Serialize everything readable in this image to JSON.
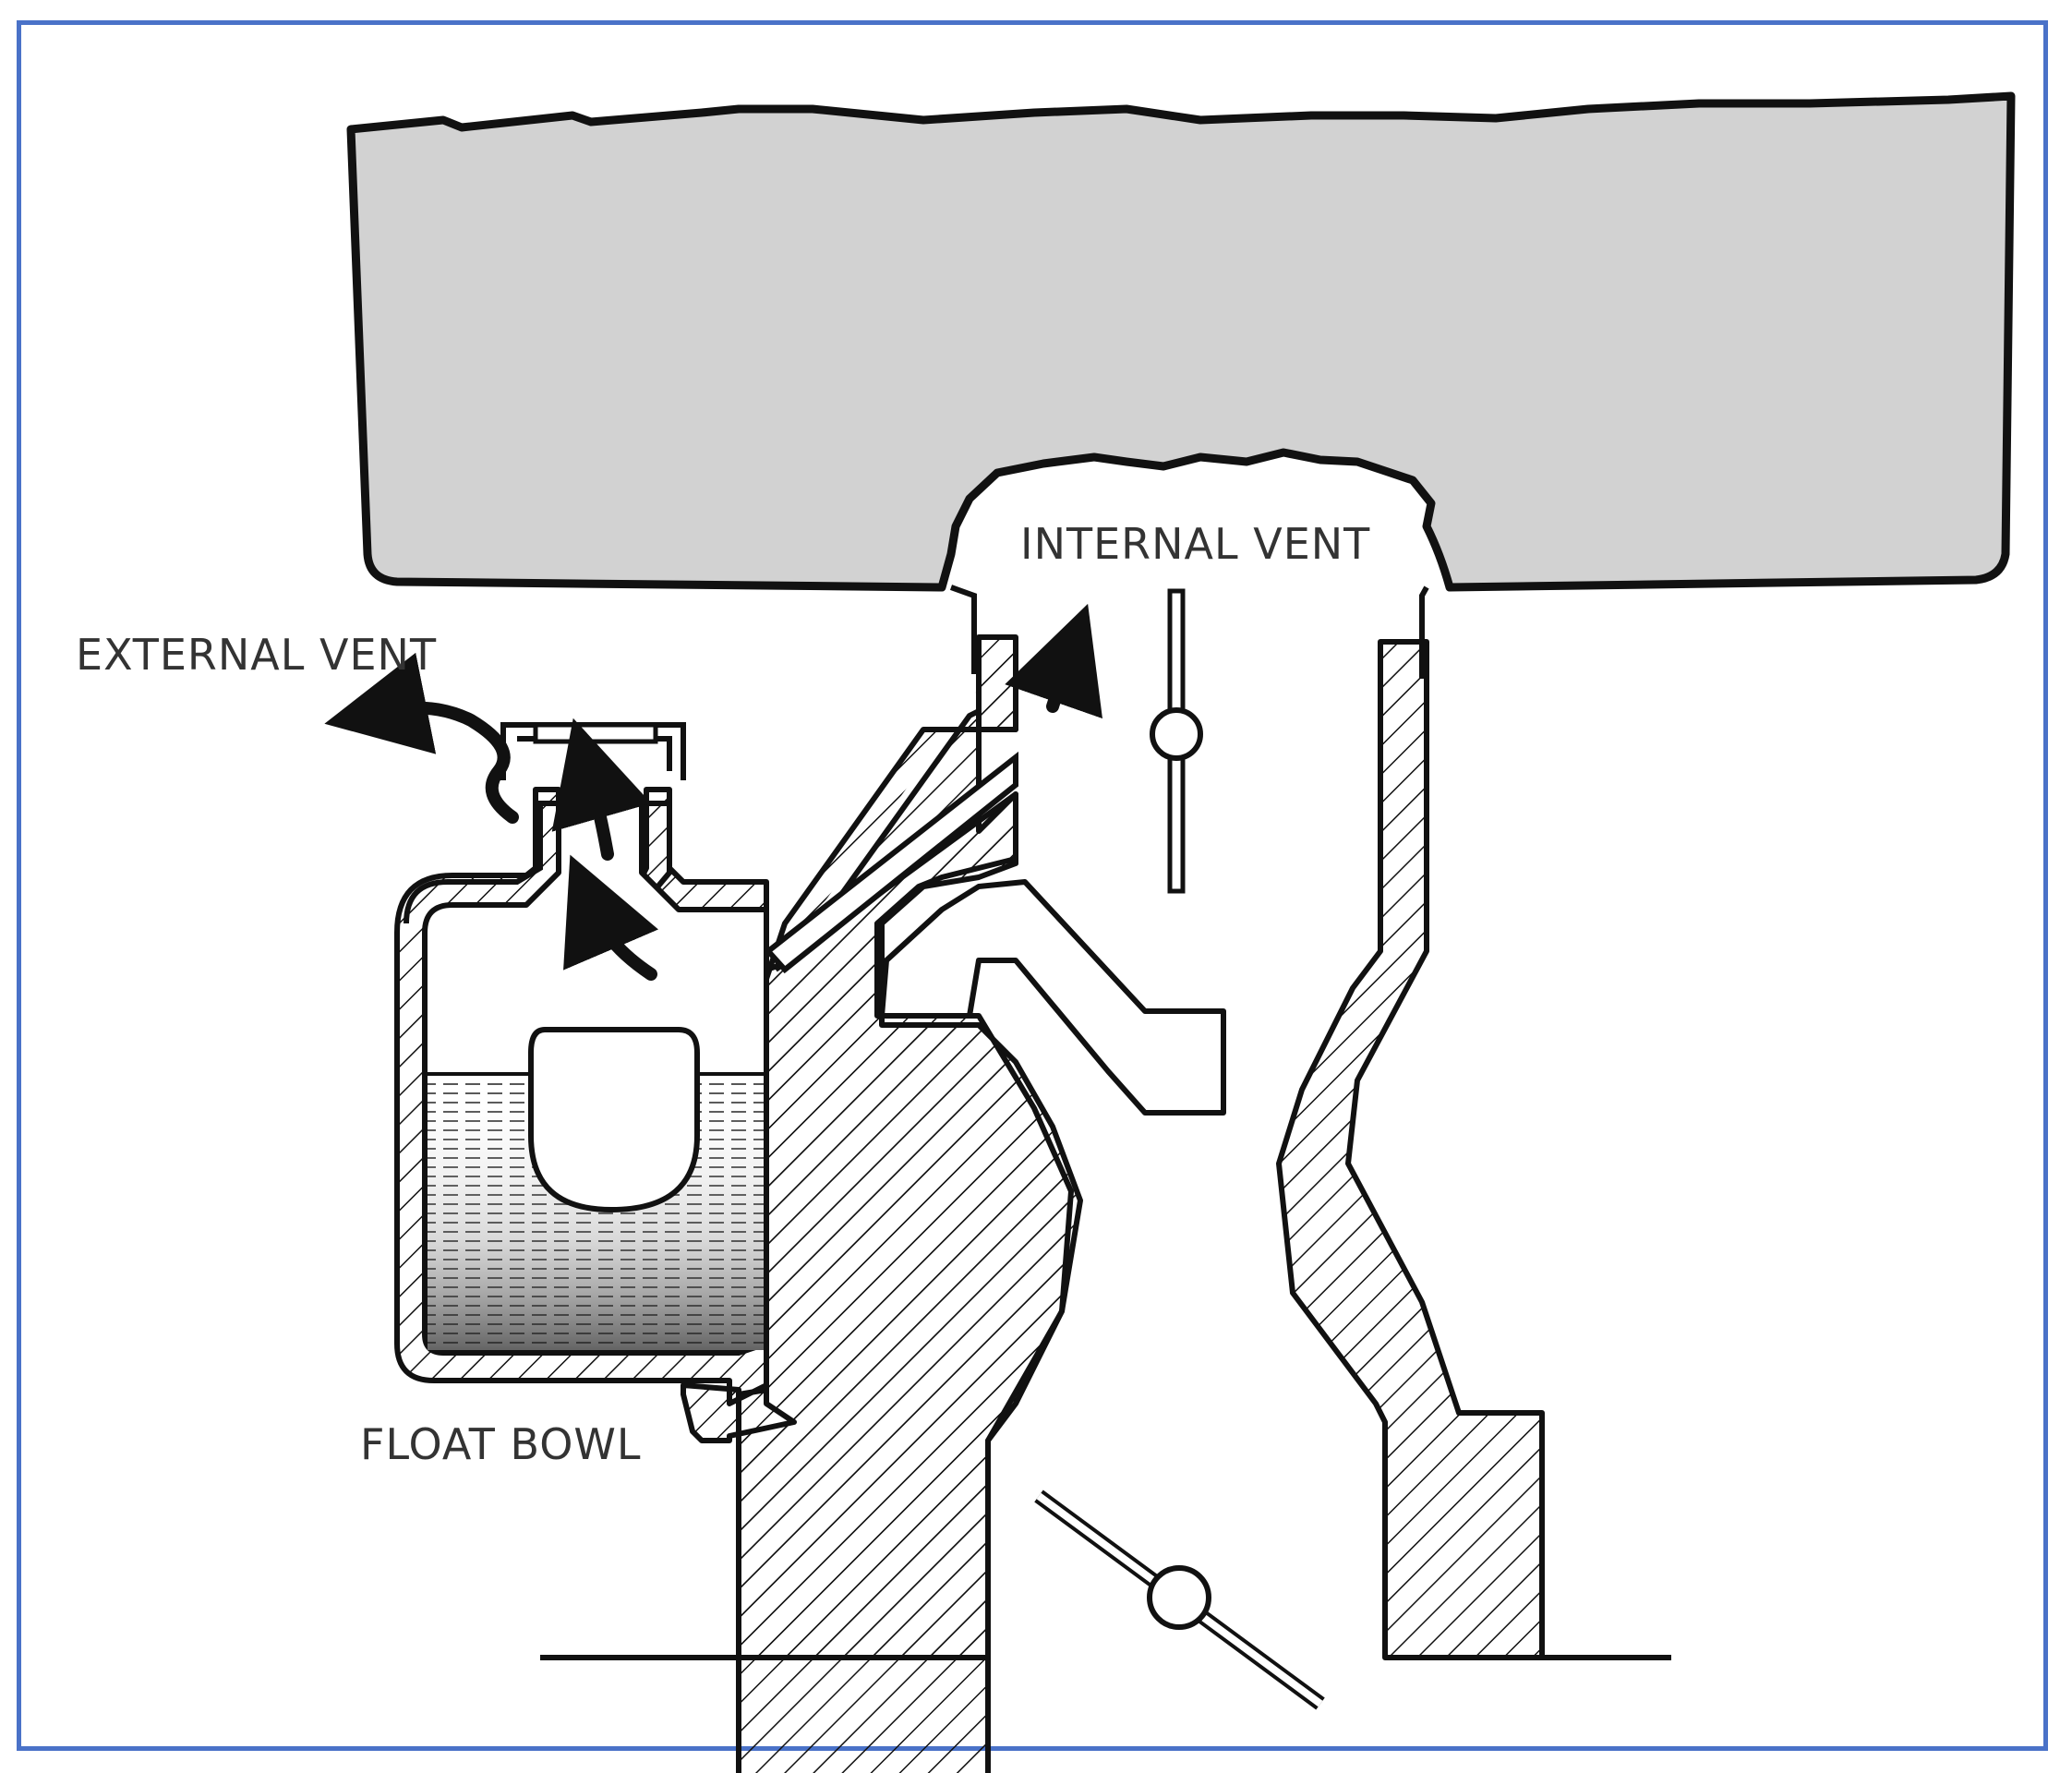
{
  "labels": {
    "internal_vent": "INTERNAL VENT",
    "external_vent": "EXTERNAL VENT",
    "float_bowl": "FLOAT BOWL"
  },
  "colors": {
    "frame": "#4a72c8",
    "air_cleaner": "#d2d2d2",
    "ink": "#111111",
    "fuel": "#9a9a9a"
  }
}
